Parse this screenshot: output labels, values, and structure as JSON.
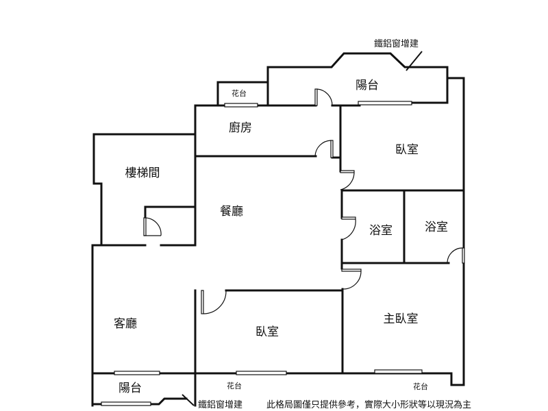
{
  "rooms": {
    "balcony_top": "陽台",
    "planter_top": "花台",
    "kitchen": "廚房",
    "bedroom_ne": "臥室",
    "stairwell": "樓梯間",
    "dining": "餐廳",
    "bath_left": "浴室",
    "bath_right": "浴室",
    "living": "客廳",
    "bedroom_s": "臥室",
    "master_bedroom": "主臥室",
    "balcony_bottom": "陽台",
    "planter_bottom_left": "花台",
    "planter_bottom_right": "花台"
  },
  "annotations": {
    "window_addition_top": "鐵鋁窗增建",
    "window_addition_bottom": "鐵鋁窗增建",
    "disclaimer": "此格局圖僅只提供參考，實際大小形狀等以現況為主"
  }
}
